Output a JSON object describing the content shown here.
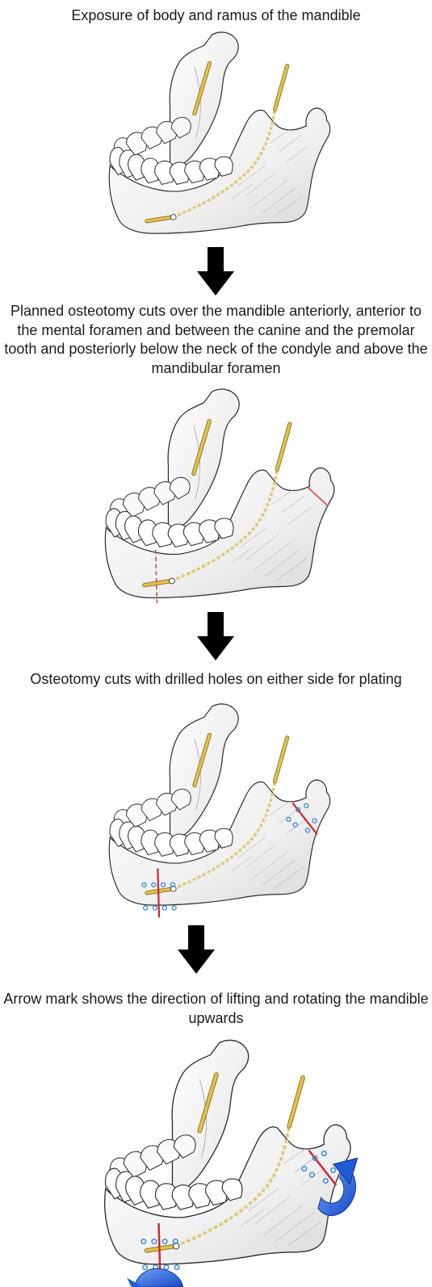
{
  "captions": {
    "step1": "Exposure of body and ramus of the mandible",
    "step2": "Planned osteotomy cuts over the mandible anteriorly, anterior to the mental foramen and between the canine and the premolar tooth and posteriorly below the neck of the condyle and above the mandibular foramen",
    "step3": "Osteotomy cuts with drilled holes on either side for plating",
    "step4": "Arrow mark shows the direction of lifting and rotating the mandible upwards"
  },
  "colors": {
    "bone_outline": "#2b2b2b",
    "bone_shade": "#d9d9d9",
    "nerve": "#e3c14a",
    "nerve_dashed": "#ead89a",
    "cut_dashed": "#e0454b",
    "cut_solid": "#d6232b",
    "drill_hole": "#3a8fd9",
    "rotation_arrow": "#1f5bd6",
    "flow_arrow": "#000000"
  },
  "icons": [
    "down-arrow-icon",
    "rotation-arrow-icon"
  ]
}
